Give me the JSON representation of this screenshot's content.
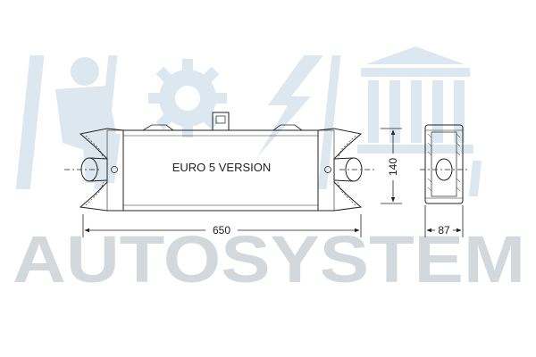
{
  "watermark": {
    "text": "AUTOSYSTEM",
    "text_color": "#d3d8dd",
    "logo_color": "#dde7ef"
  },
  "drawing": {
    "caption": "EURO 5 VERSION",
    "dimensions": {
      "width": "650",
      "height": "140",
      "depth": "87"
    },
    "line_color": "#222222"
  }
}
